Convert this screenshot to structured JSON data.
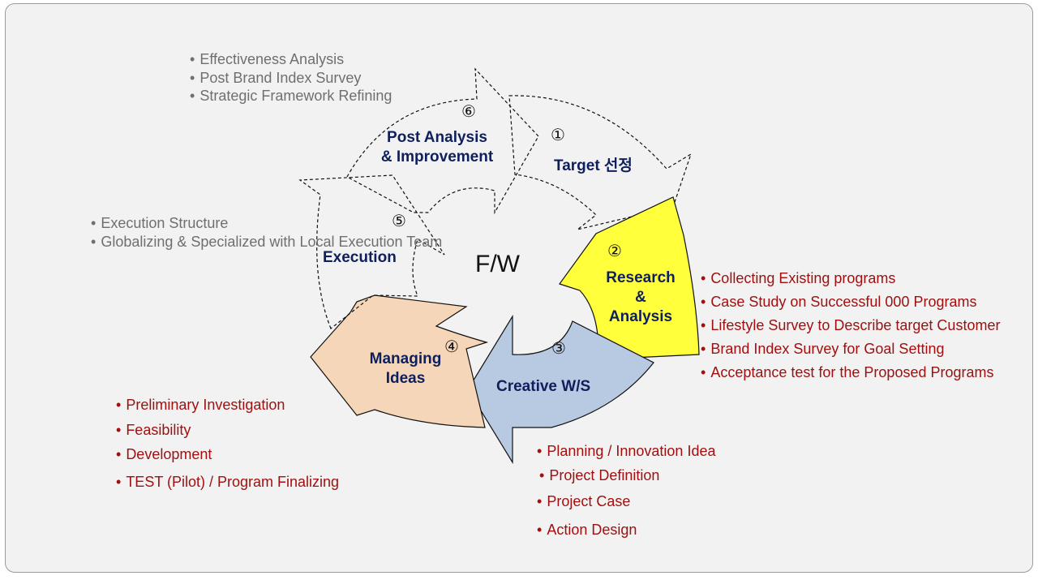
{
  "center_label": "F/W",
  "stages": [
    {
      "number": "①",
      "title": "Target 선정",
      "fill": "none",
      "style": "dashed"
    },
    {
      "number": "②",
      "title": "Research\n&\nAnalysis",
      "fill": "#ffff3c",
      "style": "solid"
    },
    {
      "number": "③",
      "title": "Creative W/S",
      "fill": "#b8c9e2",
      "style": "solid"
    },
    {
      "number": "④",
      "title": "Managing\nIdeas",
      "fill": "#f5d6b9",
      "style": "solid"
    },
    {
      "number": "⑤",
      "title": "Execution",
      "fill": "none",
      "style": "dashed"
    },
    {
      "number": "⑥",
      "title": "Post Analysis\n& Improvement",
      "fill": "none",
      "style": "dashed"
    }
  ],
  "notes": {
    "post_analysis": [
      "Effectiveness Analysis",
      "Post Brand Index Survey",
      "Strategic Framework Refining"
    ],
    "execution": [
      "Execution Structure",
      "Globalizing &\nSpecialized with\nLocal Execution Team"
    ],
    "research": [
      "Collecting Existing programs",
      "Case Study on Successful 000 Programs",
      "Lifestyle Survey to Describe target Customer",
      "Brand Index Survey for Goal Setting",
      "Acceptance test for the Proposed Programs"
    ],
    "managing_ideas": [
      "Preliminary Investigation",
      "Feasibility",
      "Development",
      "TEST (Pilot) / Program Finalizing"
    ],
    "creative": [
      "Planning / Innovation Idea",
      "Project Definition",
      "Project Case",
      "Action Design"
    ]
  },
  "colors": {
    "panel": "#f2f2f2",
    "title": "#0f1f5c",
    "note_gray": "#6f6f6f",
    "note_red": "#a01010"
  }
}
